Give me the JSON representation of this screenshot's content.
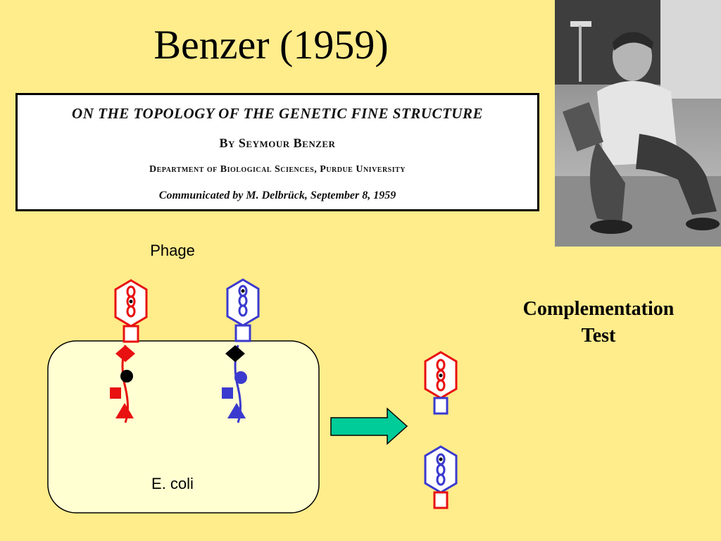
{
  "slide": {
    "title": "Benzer (1959)"
  },
  "paper": {
    "title": "ON THE TOPOLOGY OF THE GENETIC FINE STRUCTURE",
    "author": "By Seymour Benzer",
    "department": "Department of Biological Sciences, Purdue University",
    "communicated": "Communicated by M. Delbrück, September 8, 1959"
  },
  "diagram": {
    "phage_label": "Phage",
    "host_label": "E. coli",
    "test_label_line1": "Complementation",
    "test_label_line2": "Test"
  },
  "colors": {
    "background": "#FFEC8B",
    "cell_fill": "#FFFFD2",
    "red": "#E81010",
    "blue": "#3A3ACF",
    "arrow": "#00CC99"
  }
}
